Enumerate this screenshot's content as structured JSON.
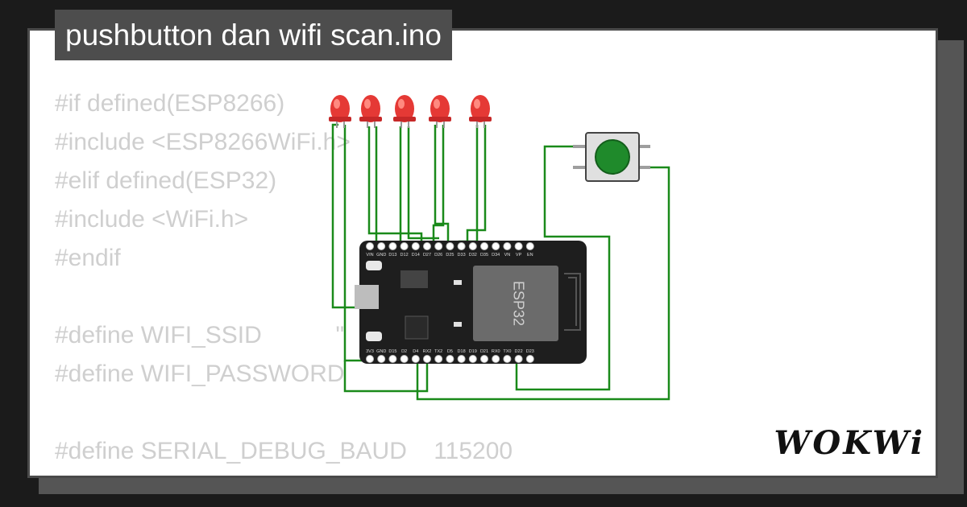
{
  "project": {
    "title": "pushbutton dan wifi scan.ino"
  },
  "code_lines": [
    "#if defined(ESP8266)",
    "#include <ESP8266WiFi.h>",
    "#elif defined(ESP32)",
    "#include <WiFi.h>",
    "#endif",
    "",
    "#define WIFI_SSID           \"",
    "#define WIFI_PASSWORD",
    "",
    "#define SERIAL_DEBUG_BAUD    115200"
  ],
  "board": {
    "label": "ESP32",
    "top_pins": [
      "VIN",
      "GND",
      "D13",
      "D12",
      "D14",
      "D27",
      "D26",
      "D25",
      "D33",
      "D32",
      "D35",
      "D34",
      "VN",
      "VP",
      "EN"
    ],
    "bottom_pins": [
      "3V3",
      "GND",
      "D15",
      "D2",
      "D4",
      "RX2",
      "TX2",
      "D5",
      "D18",
      "D19",
      "D21",
      "RX0",
      "TX0",
      "D22",
      "D23"
    ]
  },
  "components": {
    "led_count": 5,
    "led_color": "#e53935",
    "button_color": "#1f8a2b",
    "wire_color": "#1a8a1a"
  },
  "branding": {
    "logo_text": "WOKWi"
  },
  "colors": {
    "background": "#1b1b1b",
    "card": "#ffffff",
    "title_bg": "#4d4d4d",
    "code_text": "#cfcfcf"
  }
}
